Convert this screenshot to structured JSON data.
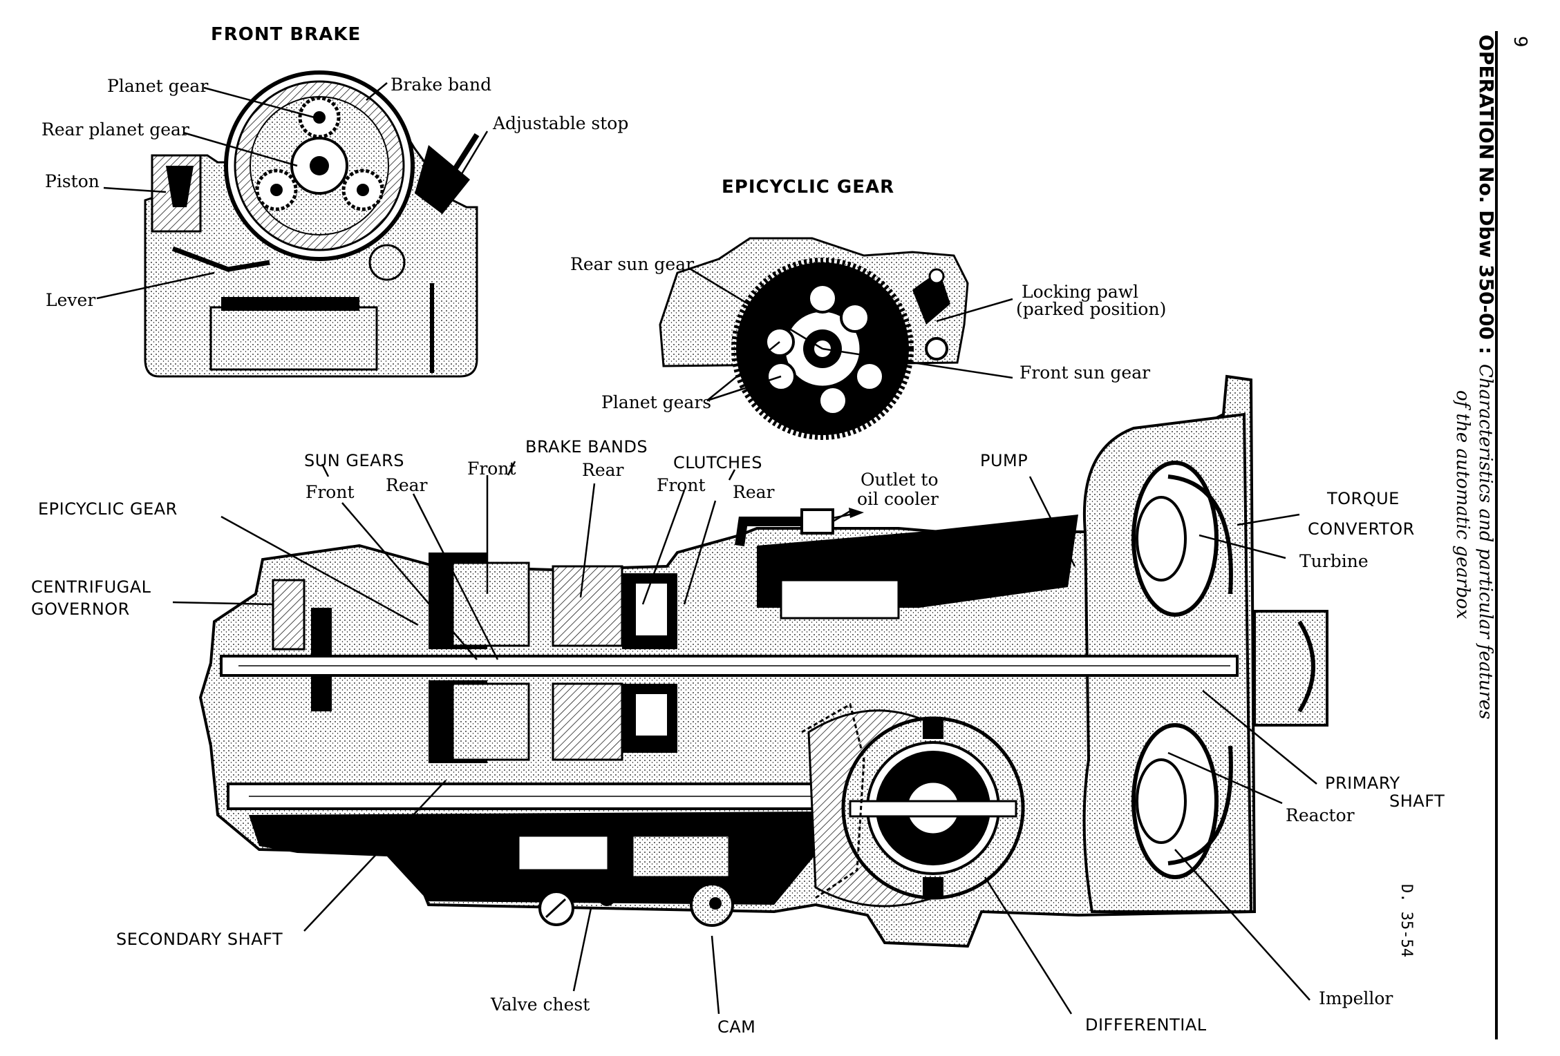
{
  "page_number": "9",
  "header": {
    "title": "OPERATION No. Dbw 350-00 :",
    "subtitle_line1": "Characteristics and particular features",
    "subtitle_line2": "of the automatic gearbox"
  },
  "reference": "D. 35-54",
  "front_brake": {
    "title": "FRONT BRAKE",
    "planet_gear": "Planet gear",
    "brake_band": "Brake band",
    "rear_planet_gear": "Rear planet gear",
    "adjustable_stop": "Adjustable stop",
    "piston": "Piston",
    "lever": "Lever"
  },
  "epicyclic_inset": {
    "title": "EPICYCLIC GEAR",
    "rear_sun_gear": "Rear sun gear",
    "locking_pawl_1": "Locking pawl",
    "locking_pawl_2": "(parked position)",
    "front_sun_gear": "Front sun gear",
    "planet_gears": "Planet gears"
  },
  "main": {
    "sun_gears": "SUN GEARS",
    "sun_front": "Front",
    "sun_rear": "Rear",
    "brake_bands": "BRAKE BANDS",
    "brake_front": "Front",
    "brake_rear": "Rear",
    "clutches": "CLUTCHES",
    "clutch_front": "Front",
    "clutch_rear": "Rear",
    "outlet_1": "Outlet to",
    "outlet_2": "oil cooler",
    "pump": "PUMP",
    "torque_1": "TORQUE",
    "torque_2": "CONVERTOR",
    "turbine": "Turbine",
    "epicyclic_gear": "EPICYCLIC GEAR",
    "governor_1": "CENTRIFUGAL",
    "governor_2": "GOVERNOR",
    "primary_1": "PRIMARY",
    "primary_2": "SHAFT",
    "reactor": "Reactor",
    "secondary_shaft": "SECONDARY SHAFT",
    "valve_chest": "Valve chest",
    "cam": "CAM",
    "differential": "DIFFERENTIAL",
    "impellor": "Impellor"
  }
}
